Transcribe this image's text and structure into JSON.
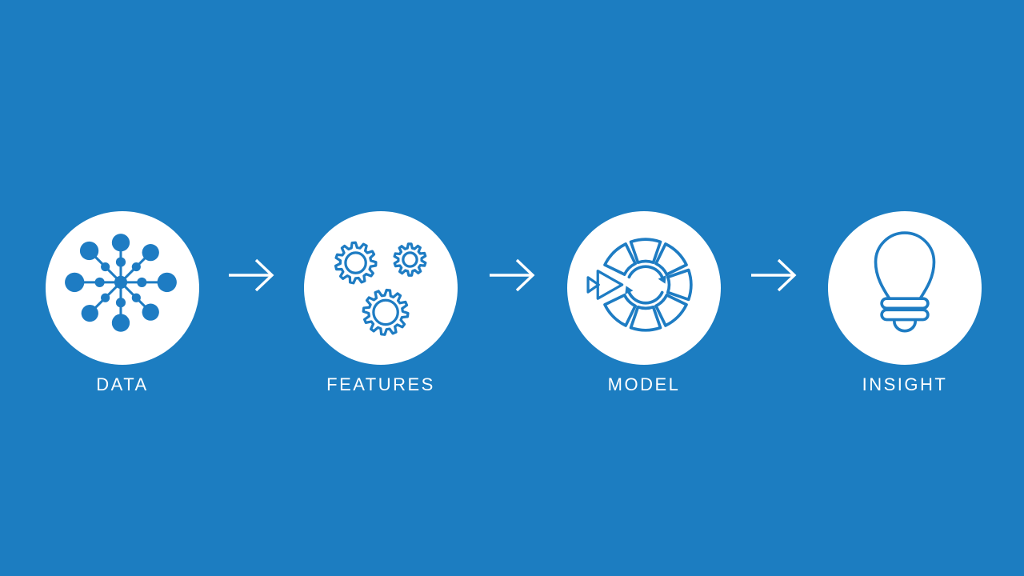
{
  "colors": {
    "background": "#1c7dc1",
    "icon": "#1e7cc3",
    "circle_fill": "#ffffff",
    "text": "#ffffff",
    "arrow": "#ffffff"
  },
  "stages": [
    {
      "label": "DATA",
      "icon": "data-network-icon"
    },
    {
      "label": "FEATURES",
      "icon": "gears-icon"
    },
    {
      "label": "MODEL",
      "icon": "model-cycle-icon"
    },
    {
      "label": "INSIGHT",
      "icon": "lightbulb-icon"
    }
  ],
  "connectors": {
    "icon": "arrow-right-icon",
    "count": 3
  }
}
